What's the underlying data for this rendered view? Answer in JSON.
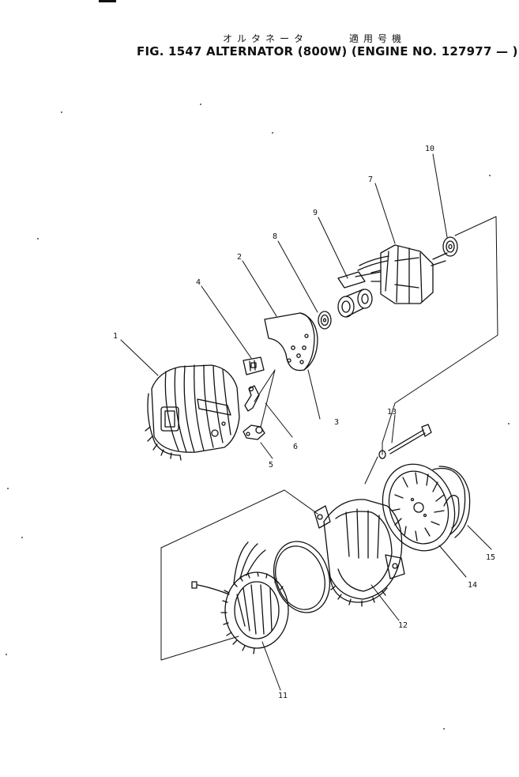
{
  "header": {
    "jp_part_name": "オルタネータ",
    "jp_applicable": "適用号機",
    "title": "FIG. 1547  ALTERNATOR (800W)  (ENGINE NO. 127977 — )"
  },
  "callouts": [
    "1",
    "2",
    "3",
    "4",
    "5",
    "6",
    "7",
    "8",
    "9",
    "10",
    "11",
    "12",
    "13",
    "14",
    "15"
  ],
  "colors": {
    "ink": "#111111",
    "paper": "#ffffff"
  }
}
